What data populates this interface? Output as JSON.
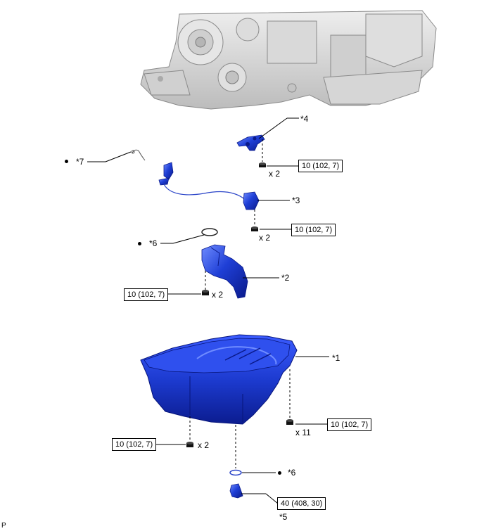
{
  "colors": {
    "part_blue": "#1f3fd6",
    "part_blue_dark": "#0a1a8a",
    "part_blue_light": "#6f8cff",
    "engine_gray": "#d4d4d4",
    "line": "#000000"
  },
  "callouts": {
    "c1": "*1",
    "c2": "*2",
    "c3": "*3",
    "c4": "*4",
    "c5": "*5",
    "c6a": "*6",
    "c6b": "*6",
    "c7": "*7"
  },
  "torques": {
    "t4": "10 (102, 7)",
    "t3": "10 (102, 7)",
    "t2": "10 (102, 7)",
    "t1_right": "10 (102, 7)",
    "t1_left": "10 (102, 7)",
    "t5": "40 (408, 30)"
  },
  "quantities": {
    "q4": "x 2",
    "q3": "x 2",
    "q2": "x 2",
    "q1_right": "x 11",
    "q1_left": "x 2"
  },
  "corner_mark": "P",
  "icons": {
    "non_reusable": "dot-icon",
    "bolt": "bolt-icon"
  }
}
